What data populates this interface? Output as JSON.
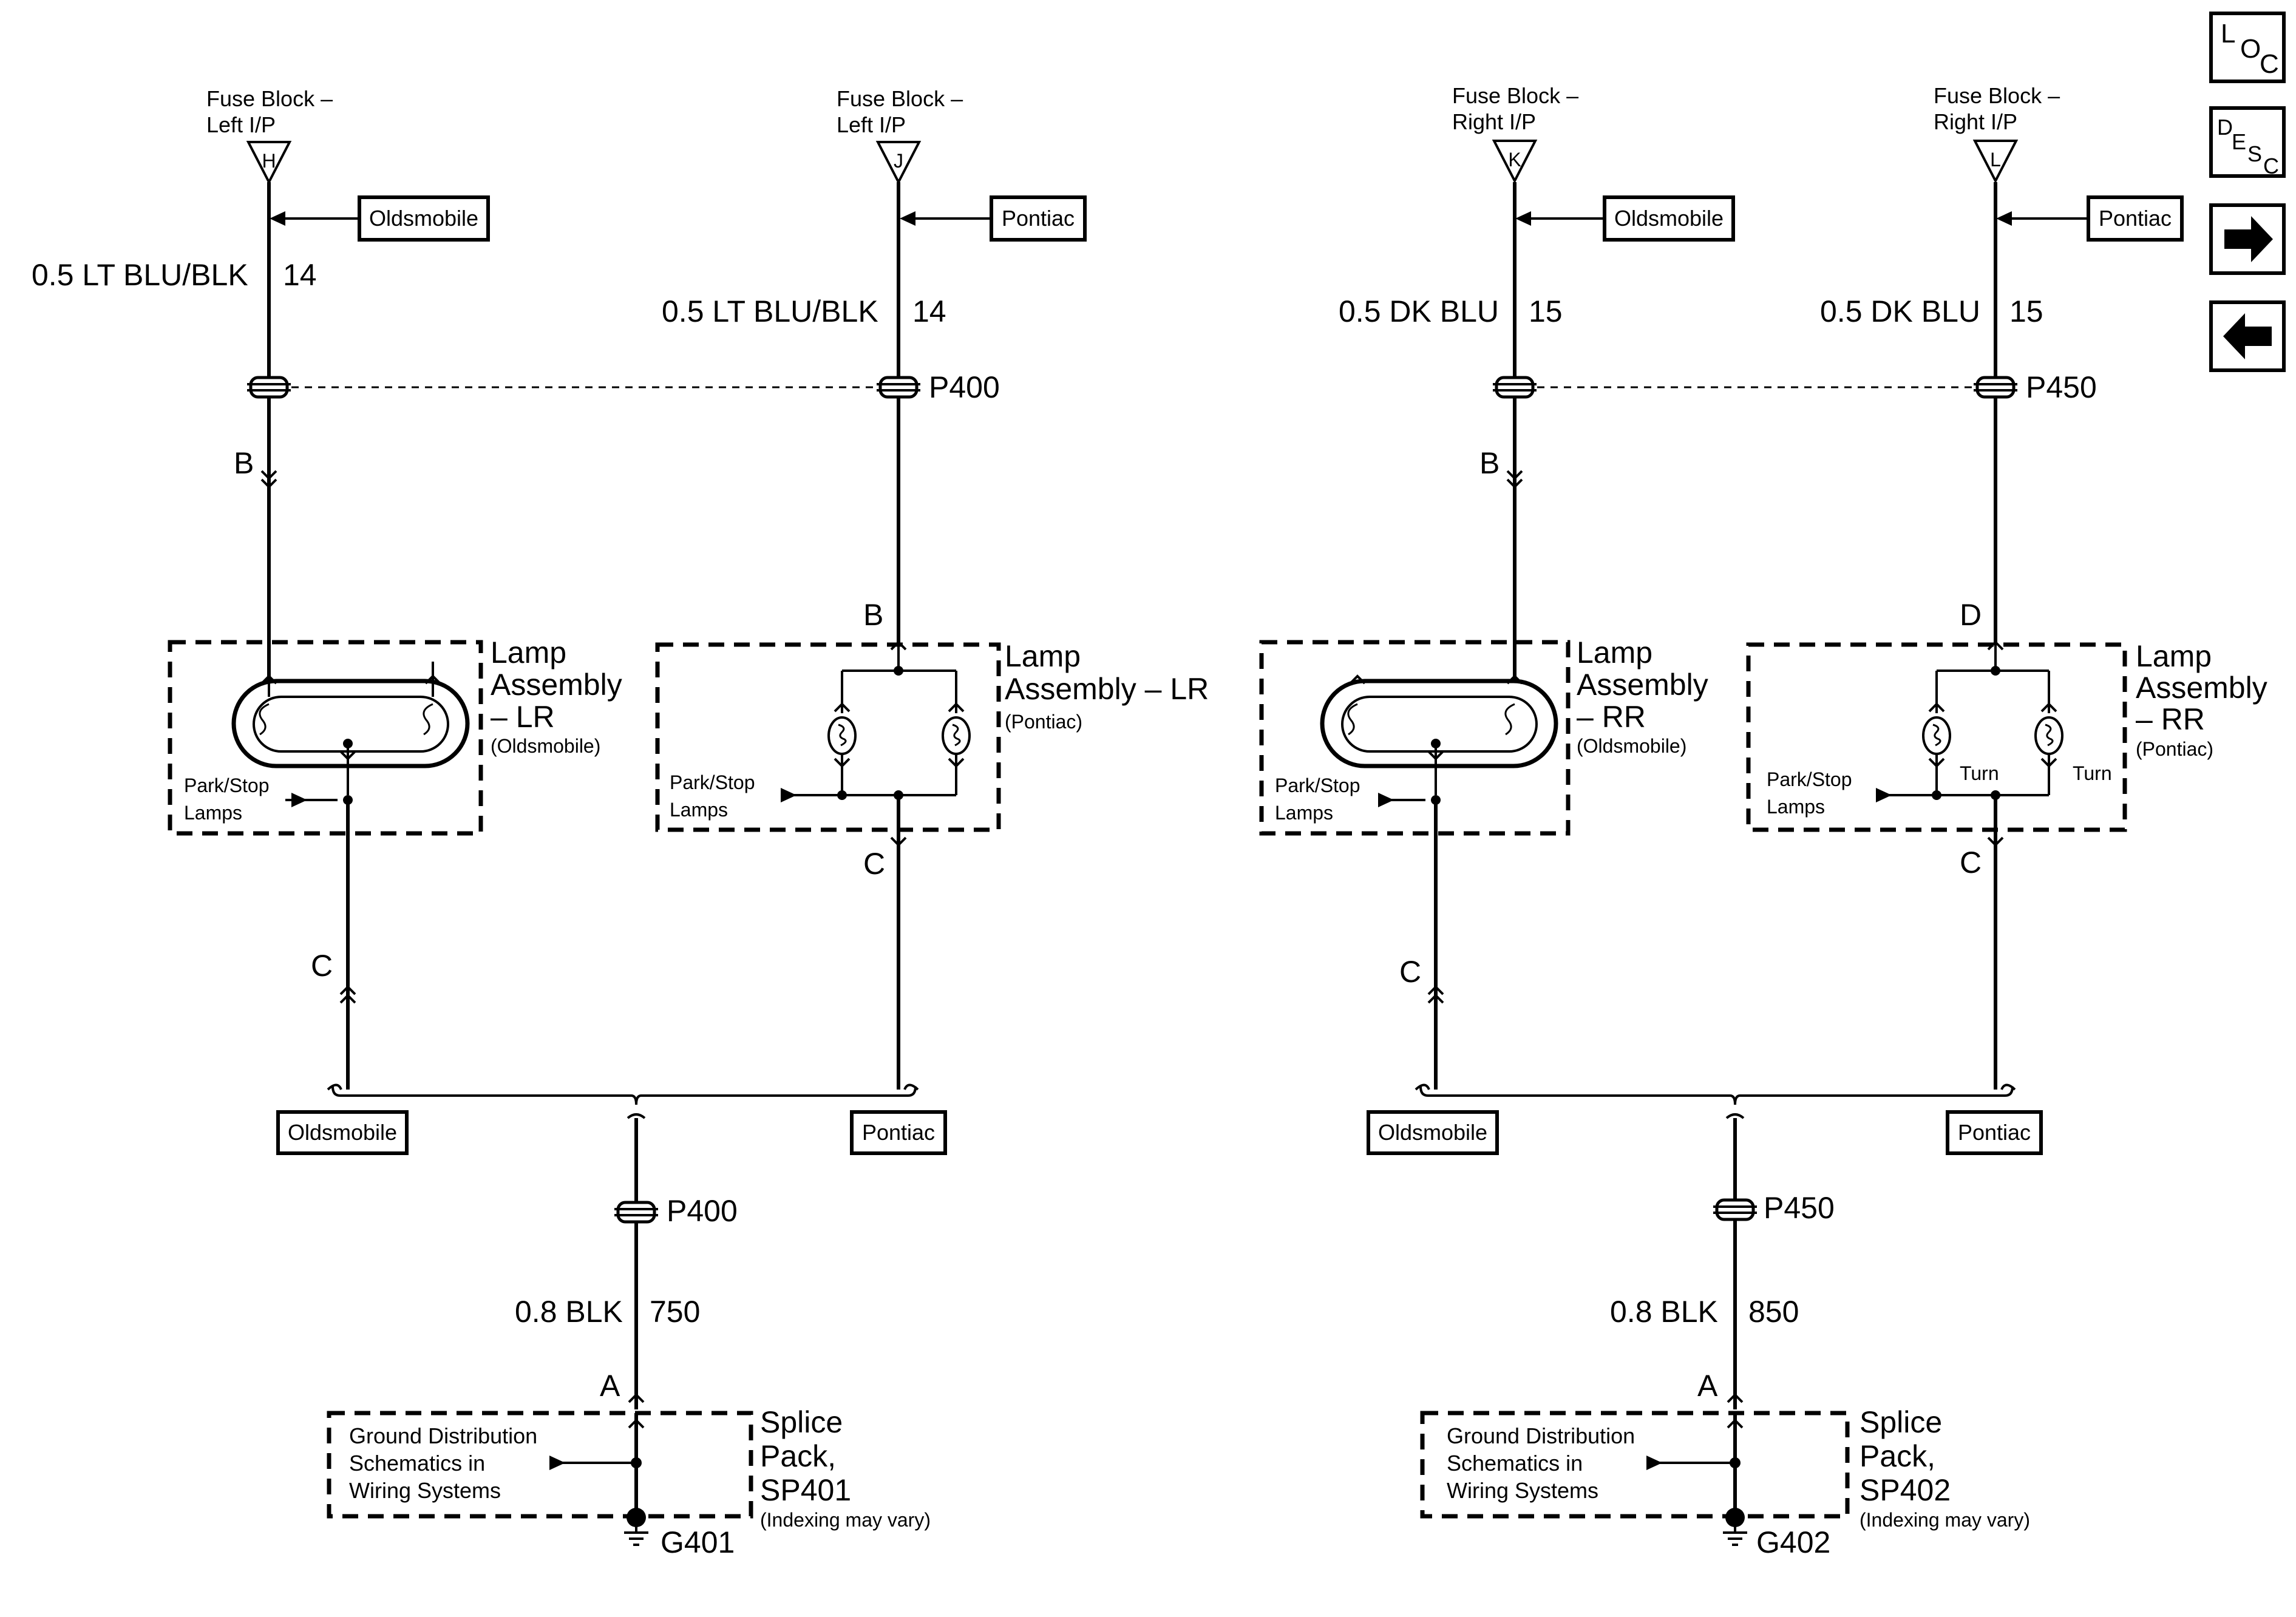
{
  "nav": {
    "loc_button": [
      "L",
      "O",
      "C"
    ],
    "desc_button": [
      "D",
      "E",
      "S",
      "C"
    ],
    "next_icon": "arrow-right-icon",
    "prev_icon": "arrow-left-icon"
  },
  "fuses": [
    {
      "line1": "Fuse Block –",
      "line2": "Left I/P",
      "pin": "H"
    },
    {
      "line1": "Fuse Block –",
      "line2": "Left I/P",
      "pin": "J"
    },
    {
      "line1": "Fuse Block –",
      "line2": "Right I/P",
      "pin": "K"
    },
    {
      "line1": "Fuse Block –",
      "line2": "Right I/P",
      "pin": "L"
    }
  ],
  "option_tags": {
    "oldsmobile": "Oldsmobile",
    "pontiac": "Pontiac"
  },
  "wires": [
    {
      "color": "0.5 LT BLU/BLK",
      "circuit": "14"
    },
    {
      "color": "0.5 LT BLU/BLK",
      "circuit": "14"
    },
    {
      "color": "0.5 DK BLU",
      "circuit": "15"
    },
    {
      "color": "0.5 DK BLU",
      "circuit": "15"
    },
    {
      "color": "0.8 BLK",
      "circuit": "750"
    },
    {
      "color": "0.8 BLK",
      "circuit": "850"
    }
  ],
  "connectors": {
    "p400": "P400",
    "p450": "P450"
  },
  "pins": {
    "a": "A",
    "b": "B",
    "c": "C",
    "d": "D"
  },
  "lamps": [
    {
      "l1": "Lamp",
      "l2": "Assembly",
      "l3": "– LR",
      "variant": "(Oldsmobile)"
    },
    {
      "l1": "Lamp",
      "l2": "Assembly – LR",
      "variant": "(Pontiac)"
    },
    {
      "l1": "Lamp",
      "l2": "Assembly",
      "l3": "– RR",
      "variant": "(Oldsmobile)"
    },
    {
      "l1": "Lamp",
      "l2": "Assembly",
      "l3": "– RR",
      "variant": "(Pontiac)"
    }
  ],
  "park_stop": {
    "line1": "Park/Stop",
    "line2": "Lamps"
  },
  "turn": "Turn",
  "splice_packs": [
    {
      "l1": "Splice",
      "l2": "Pack,",
      "l3": "SP401",
      "note": "(Indexing may vary)",
      "ground": "G401"
    },
    {
      "l1": "Splice",
      "l2": "Pack,",
      "l3": "SP402",
      "note": "(Indexing may vary)",
      "ground": "G402"
    }
  ],
  "ground_ref": {
    "l1": "Ground Distribution",
    "l2": "Schematics in",
    "l3": "Wiring Systems"
  }
}
